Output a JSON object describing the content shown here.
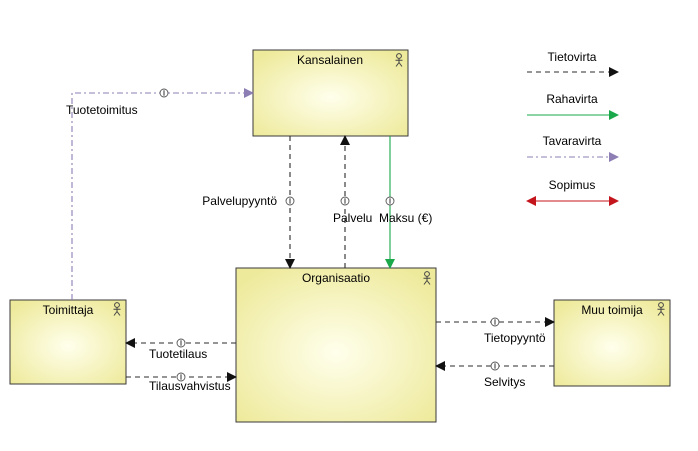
{
  "colors": {
    "information_flow": "#2b2b2b",
    "money_flow": "#1aa84a",
    "goods_flow": "#8d7fb3",
    "contract": "#c4141c",
    "box_fill_light": "#ffffe6",
    "box_fill_dark": "#eeea9a"
  },
  "actors": {
    "kansalainen": "Kansalainen",
    "organisaatio": "Organisaatio",
    "toimittaja": "Toimittaja",
    "muu_toimija": "Muu toimija"
  },
  "flows": {
    "tuotetoimitus": "Tuotetoimitus",
    "palvelupyynto": "Palvelupyyntö",
    "palvelu": "Palvelu",
    "maksu": "Maksu (€)",
    "tuotetilaus": "Tuotetilaus",
    "tilausvahvistus": "Tilausvahvistus",
    "tietopyynto": "Tietopyyntö",
    "selvitys": "Selvitys"
  },
  "legend": {
    "tietovirta": "Tietovirta",
    "rahavirta": "Rahavirta",
    "tavaravirta": "Tavaravirta",
    "sopimus": "Sopimus"
  }
}
